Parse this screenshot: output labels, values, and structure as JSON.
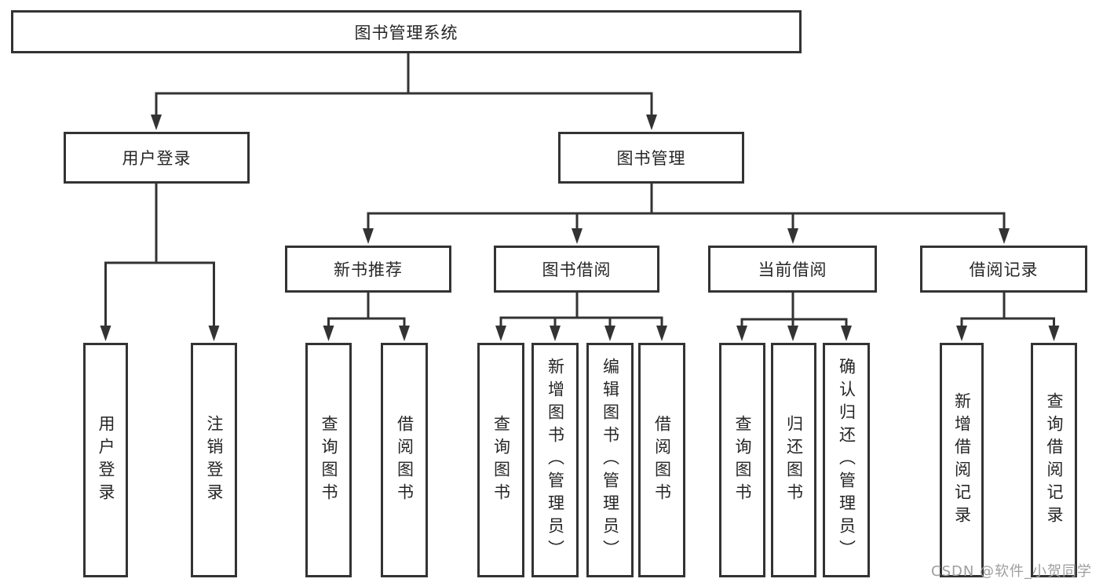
{
  "tree": {
    "root": "图书管理系统",
    "level2": [
      {
        "label": "用户登录",
        "leaves": [
          "用户登录",
          "注销登录"
        ]
      },
      {
        "label": "图书管理",
        "groups": [
          {
            "label": "新书推荐",
            "leaves": [
              "查询图书",
              "借阅图书"
            ]
          },
          {
            "label": "图书借阅",
            "leaves": [
              "查询图书",
              "新增图书（管理员）",
              "编辑图书（管理员）",
              "借阅图书"
            ]
          },
          {
            "label": "当前借阅",
            "leaves": [
              "查询图书",
              "归还图书",
              "确认归还（管理员）"
            ]
          },
          {
            "label": "借阅记录",
            "leaves": [
              "新增借阅记录",
              "查询借阅记录"
            ]
          }
        ]
      }
    ]
  },
  "watermark": {
    "text": "CSDN @软件_小贺同学"
  },
  "colors": {
    "line": "#333333",
    "text": "#262626",
    "box_background": "#ffffff",
    "watermark": "#9e9e9e"
  }
}
